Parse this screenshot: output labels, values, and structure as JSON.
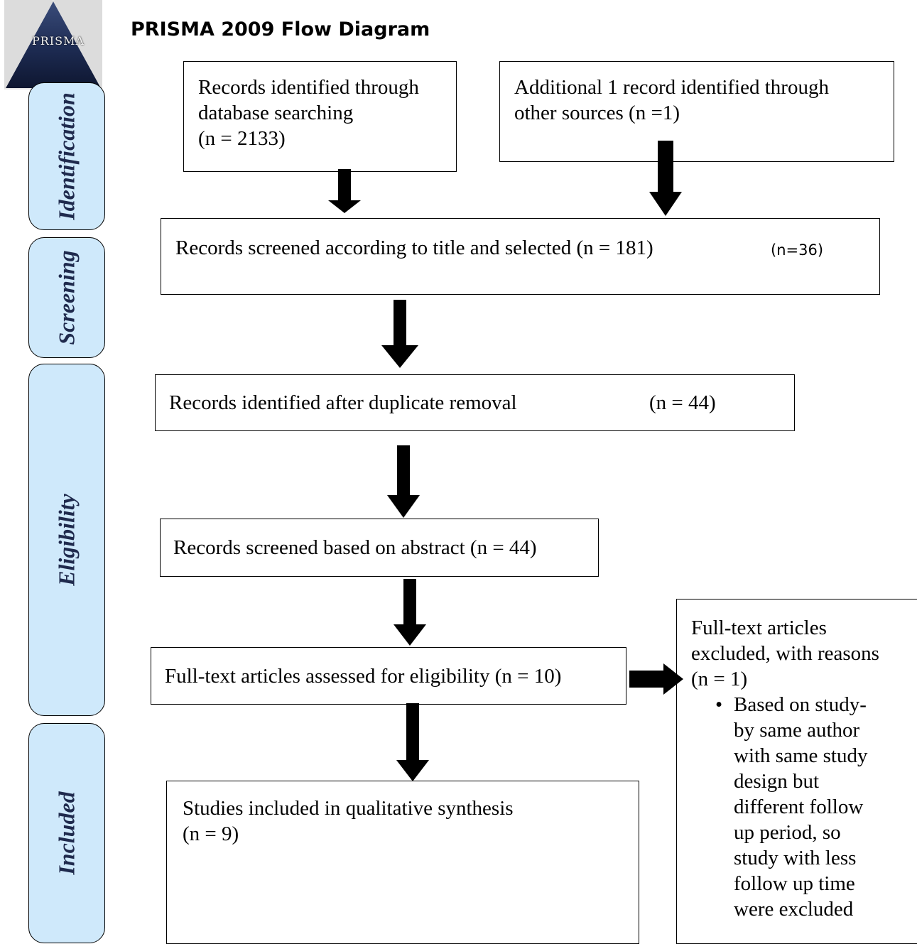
{
  "logo": {
    "text": "PRISMA"
  },
  "title": "PRISMA 2009 Flow Diagram",
  "phases": {
    "identification": "Identification",
    "screening": "Screening",
    "eligibility": "Eligibility",
    "included": "Included"
  },
  "boxes": {
    "database": {
      "line1": "Records identified through",
      "line2": "database searching",
      "line3": "(n = 2133)"
    },
    "additional": {
      "line1": "Additional 1 record identified through",
      "line2": "other sources (n =1)"
    },
    "screened_title": {
      "text": "Records screened according to title and selected (n = 181)",
      "extra": "(n=36)"
    },
    "after_duplicates": {
      "text": "Records identified after duplicate removal",
      "count": "(n = 44)"
    },
    "abstract": {
      "text": "Records screened based on abstract (n = 44)"
    },
    "full_text": {
      "text": "Full-text articles assessed for eligibility (n = 10)"
    },
    "included": {
      "line1": "Studies included in qualitative synthesis",
      "line2": "(n = 9)"
    },
    "excluded": {
      "line1": "Full-text articles",
      "line2": "excluded, with reasons",
      "line3": "(n = 1)",
      "bullet": "•",
      "reason_lines": [
        "Based on study-",
        "by same author",
        "with same study",
        "design but",
        "different follow",
        "up period, so",
        "study with less",
        "follow up time",
        "were excluded"
      ]
    }
  },
  "colors": {
    "phase_fill": "#cfe9fb",
    "phase_text": "#1f2a4d",
    "arrow": "#000000"
  }
}
